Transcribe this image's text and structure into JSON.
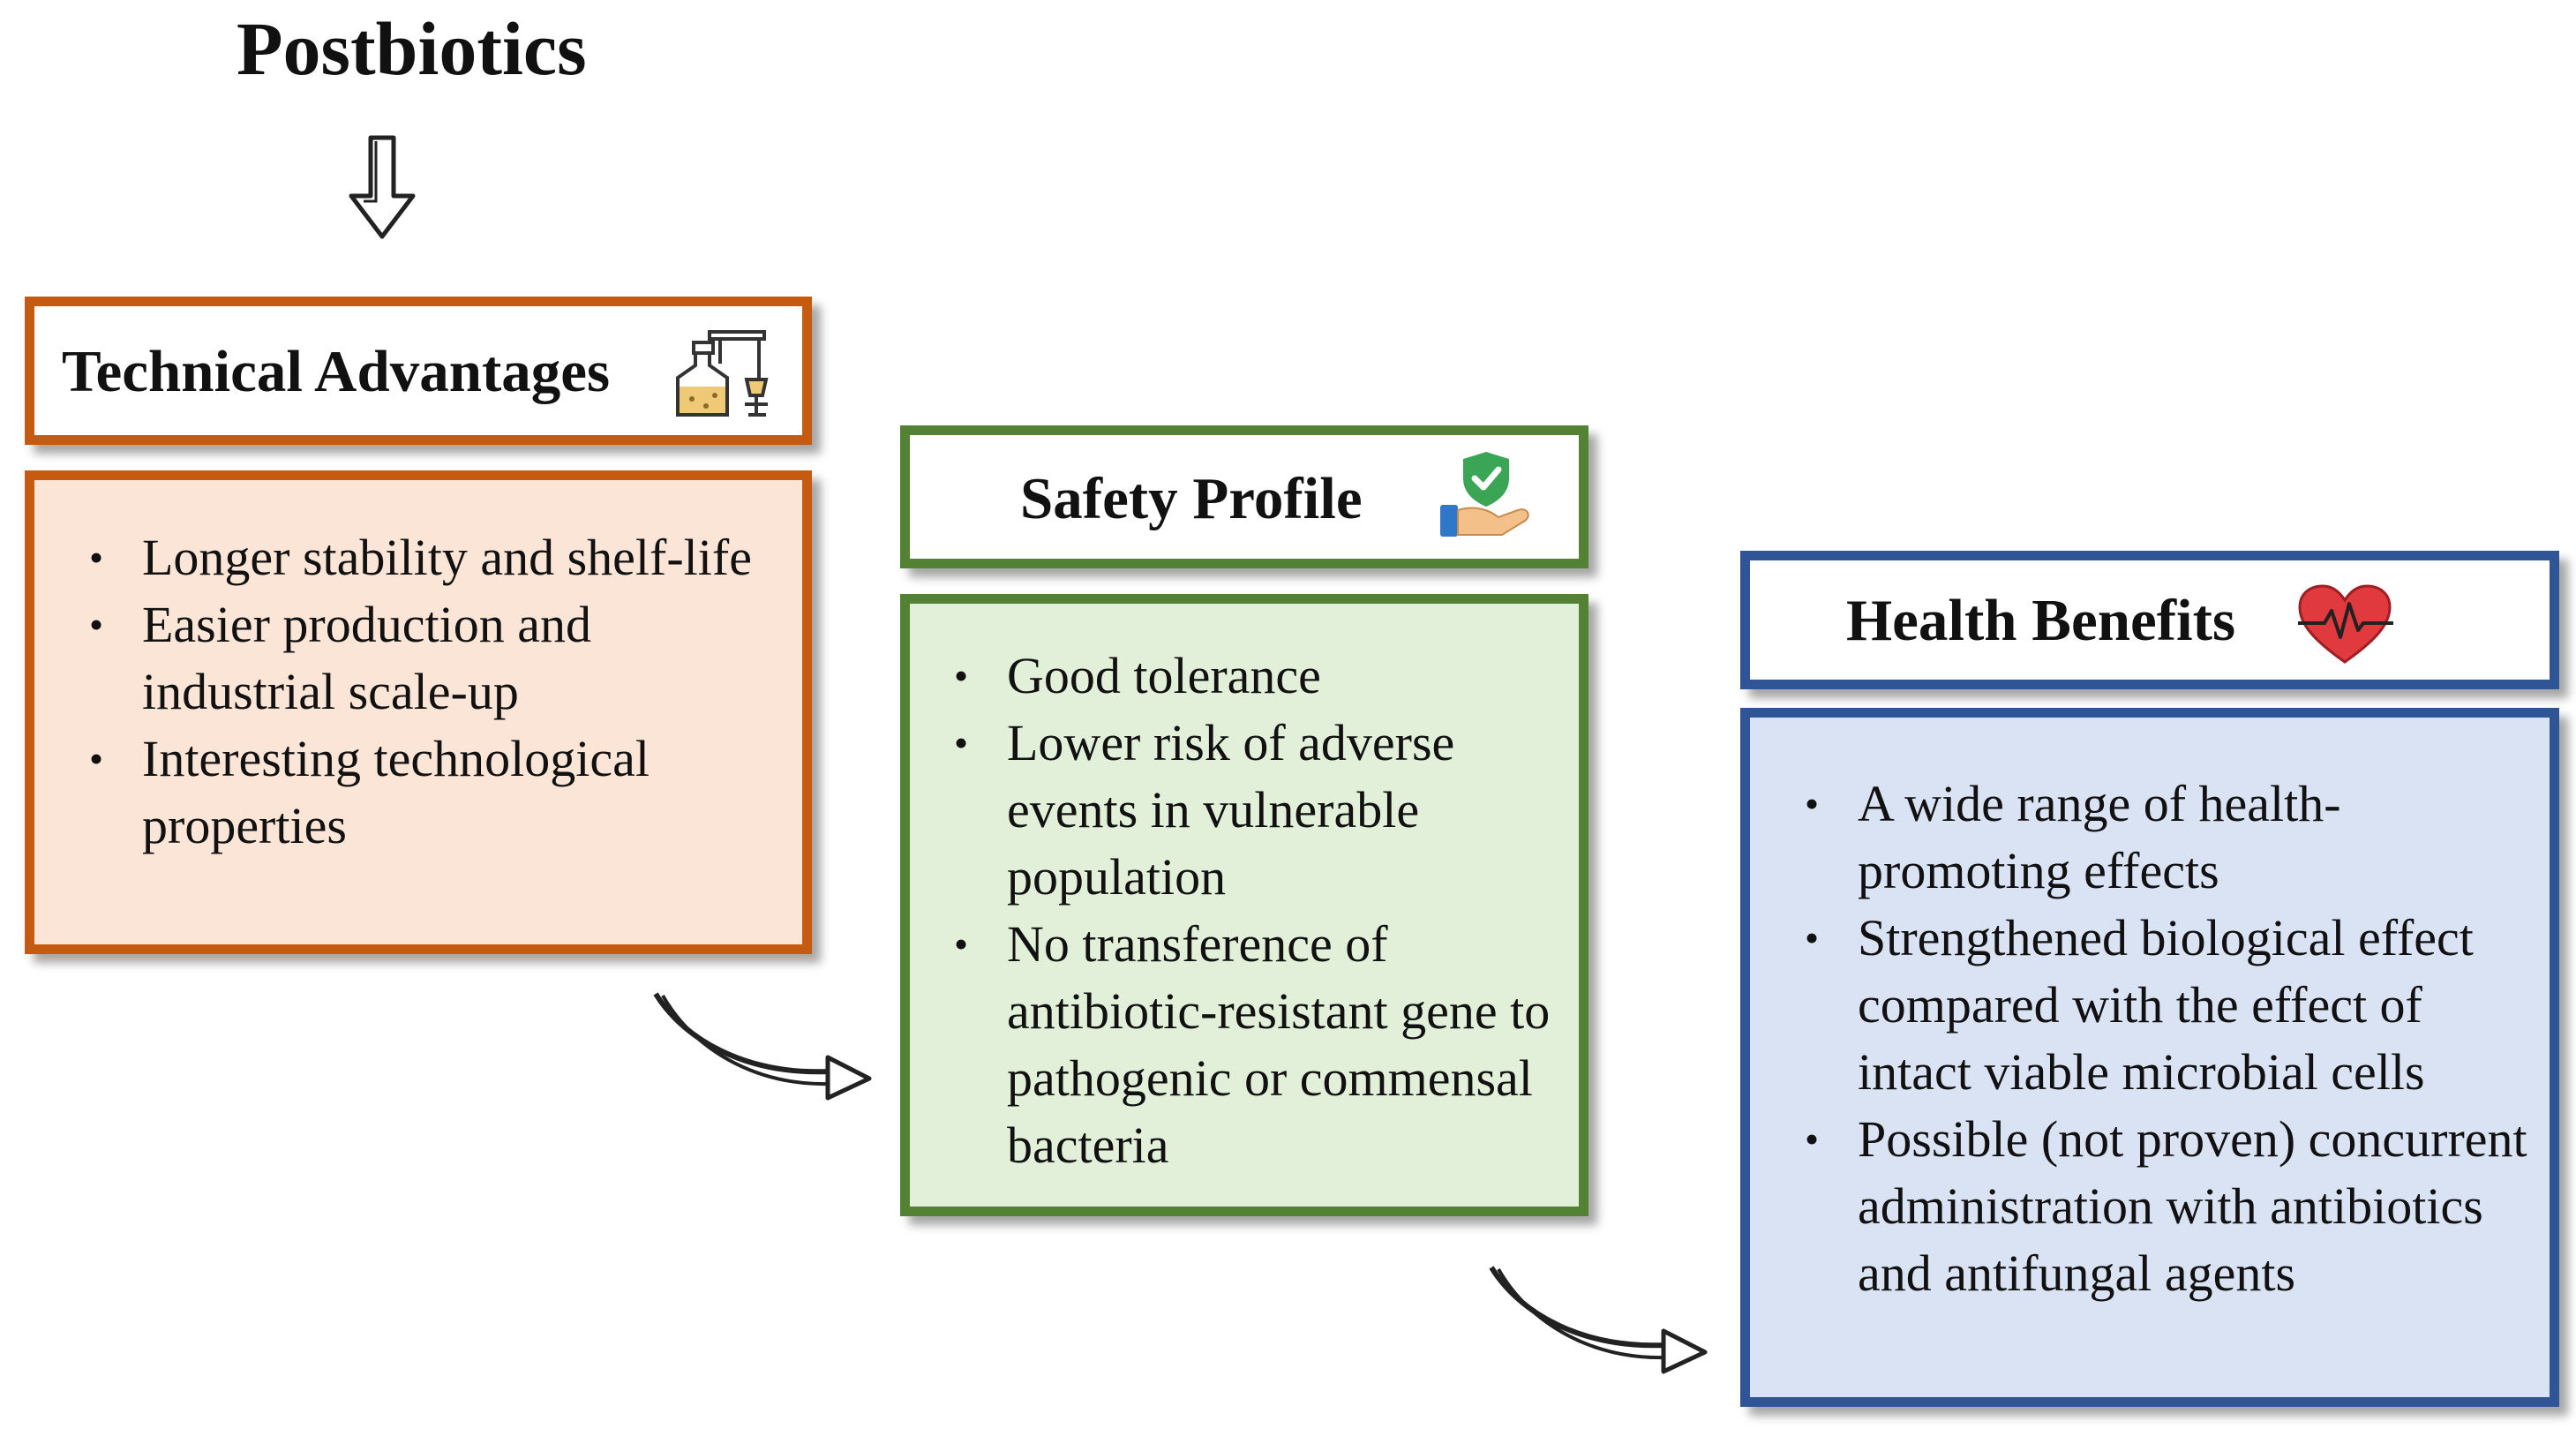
{
  "title": "Postbiotics",
  "colors": {
    "technical": "#c55a11",
    "technical_fill": "#fbe5d6",
    "safety": "#548235",
    "safety_fill": "#e2f0d9",
    "health": "#2f5597",
    "health_fill": "#dae3f3"
  },
  "technical": {
    "heading": "Technical Advantages",
    "icon": "lab-equipment-icon",
    "items": [
      "Longer stability and shelf-life",
      "Easier production  and industrial scale-up",
      "Interesting technological properties"
    ]
  },
  "safety": {
    "heading": "Safety Profile",
    "icon": "hand-shield-check-icon",
    "items": [
      "Good tolerance",
      "Lower risk of adverse events in vulnerable population",
      "No transference of antibiotic-resistant gene to pathogenic or commensal bacteria"
    ]
  },
  "health": {
    "heading": "Health Benefits",
    "icon": "heart-pulse-icon",
    "items": [
      "A wide range of health-promoting effects",
      "Strengthened biological effect compared with the effect of intact viable microbial cells",
      "Possible (not proven) concurrent administration with antibiotics and antifungal agents"
    ]
  }
}
